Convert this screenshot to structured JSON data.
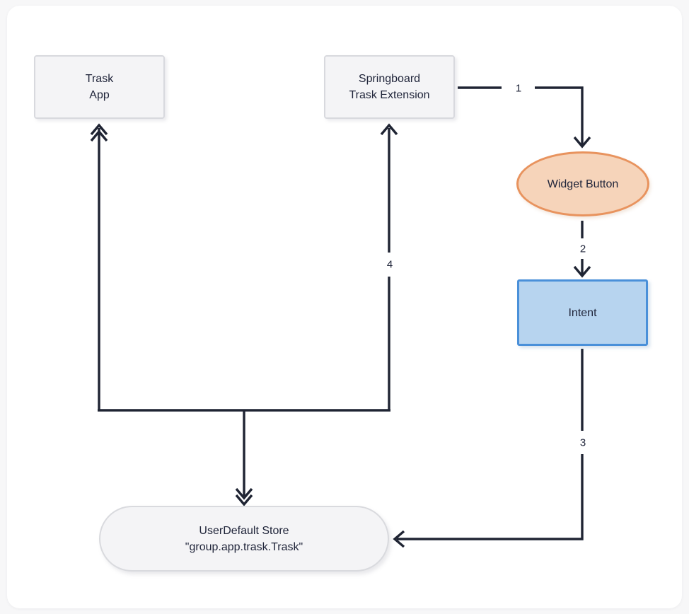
{
  "diagram": {
    "nodes": {
      "trask_app": {
        "lines": [
          "Trask",
          "App"
        ]
      },
      "springboard": {
        "lines": [
          "Springboard",
          "Trask Extension"
        ]
      },
      "widget_button": {
        "label": "Widget Button"
      },
      "intent": {
        "label": "Intent"
      },
      "store": {
        "lines": [
          "UserDefault Store",
          "\"group.app.trask.Trask\""
        ]
      }
    },
    "edges": {
      "e1": {
        "label": "1"
      },
      "e2": {
        "label": "2"
      },
      "e3": {
        "label": "3"
      },
      "e4": {
        "label": "4"
      }
    },
    "colors": {
      "page_background": "#f7f7f8",
      "canvas_background": "#ffffff",
      "connector_stroke": "#1f2433",
      "text": "#20253a",
      "gray_node_fill": "#f4f4f6",
      "gray_node_border": "#d8d9de",
      "widget_fill": "#f6d4ba",
      "widget_border": "#e8935e",
      "intent_fill": "#b7d4ef",
      "intent_border": "#4a90d9"
    }
  }
}
